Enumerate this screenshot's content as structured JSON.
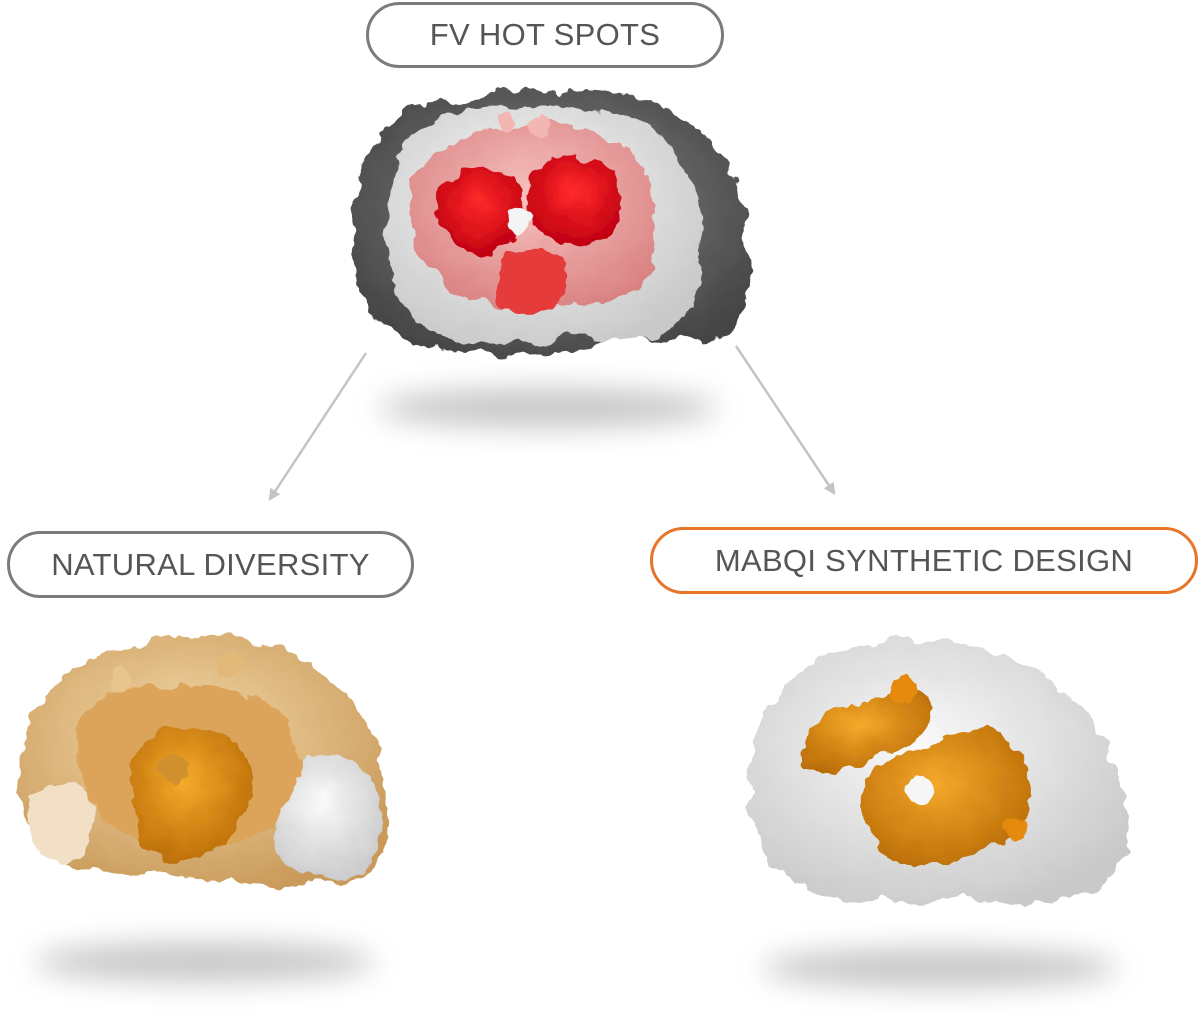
{
  "labels": {
    "top": "FV HOT SPOTS",
    "left": "NATURAL DIVERSITY",
    "right": "MABQI SYNTHETIC DESIGN"
  },
  "colors": {
    "pill_border_gray": "#7b7b7b",
    "pill_border_orange": "#e8742a",
    "label_text": "#555555",
    "arrow": "#c4c4c4",
    "hotspot_red": "#e8111a",
    "hotspot_pink": "#f0a7a4",
    "surface_dark": "#5a5a5a",
    "surface_light": "#ececec",
    "diversity_orange": "#e8951a",
    "diversity_tan": "#e8c48e",
    "design_orange": "#e68a0a"
  }
}
